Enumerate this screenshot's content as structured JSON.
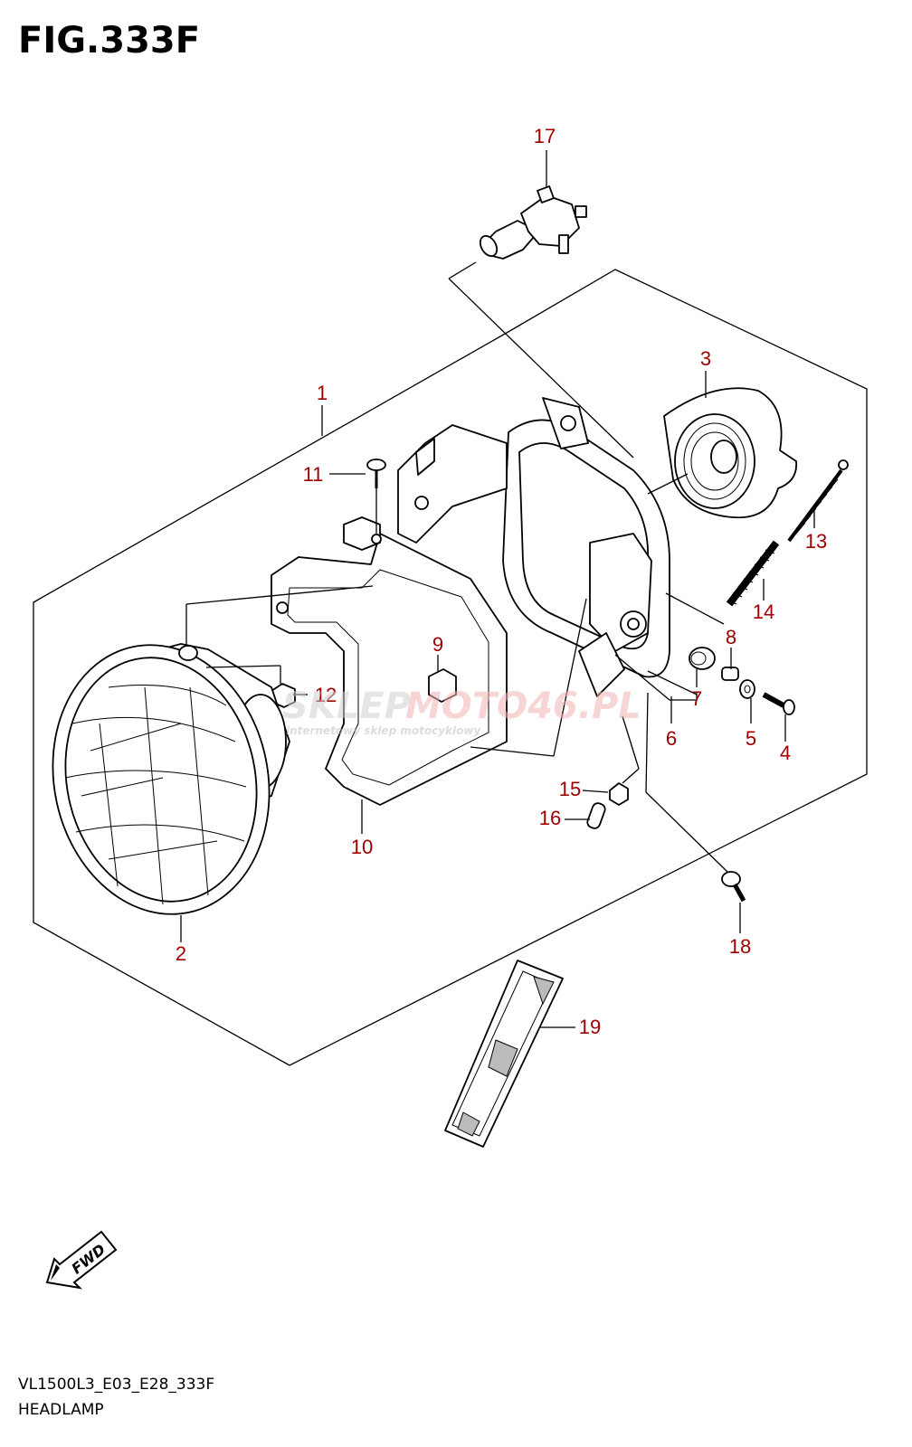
{
  "figure": {
    "title": "FIG.333F"
  },
  "callouts": [
    {
      "id": "1",
      "label": "1"
    },
    {
      "id": "2",
      "label": "2"
    },
    {
      "id": "3",
      "label": "3"
    },
    {
      "id": "4",
      "label": "4"
    },
    {
      "id": "5",
      "label": "5"
    },
    {
      "id": "6",
      "label": "6"
    },
    {
      "id": "7",
      "label": "7"
    },
    {
      "id": "8",
      "label": "8"
    },
    {
      "id": "9",
      "label": "9"
    },
    {
      "id": "10",
      "label": "10"
    },
    {
      "id": "11",
      "label": "11"
    },
    {
      "id": "12",
      "label": "12"
    },
    {
      "id": "13",
      "label": "13"
    },
    {
      "id": "14",
      "label": "14"
    },
    {
      "id": "15",
      "label": "15"
    },
    {
      "id": "16",
      "label": "16"
    },
    {
      "id": "17",
      "label": "17"
    },
    {
      "id": "18",
      "label": "18"
    },
    {
      "id": "19",
      "label": "19"
    }
  ],
  "watermark": {
    "brand_a": "SKLEP",
    "brand_b": "MOTO46.PL",
    "tagline": "internetowy sklep motocyklowy"
  },
  "fwd_arrow": {
    "label": "FWD"
  },
  "footer": {
    "code": "VL1500L3_E03_E28_333F",
    "name": "HEADLAMP"
  },
  "colors": {
    "callout": "#a00000",
    "line": "#000000",
    "watermark": "#d9d9d9"
  }
}
